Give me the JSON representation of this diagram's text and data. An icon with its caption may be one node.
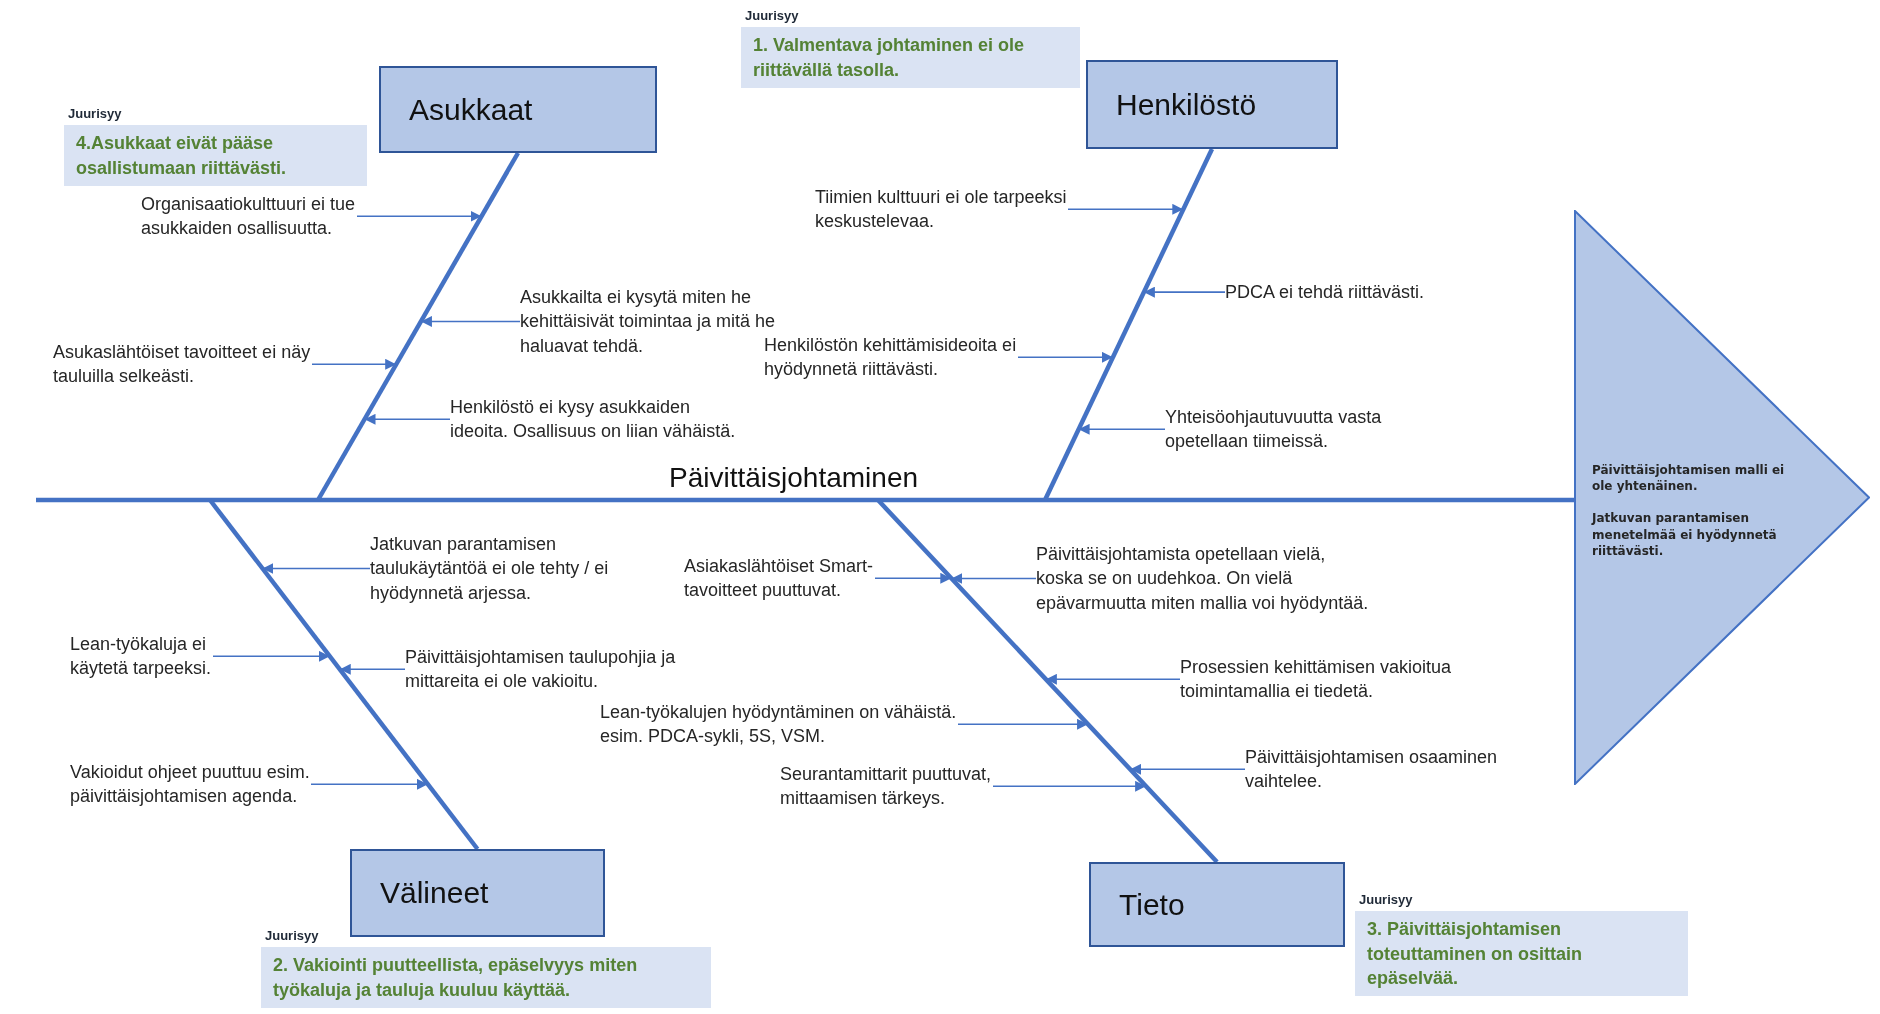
{
  "diagram": {
    "nodes": [
      {
        "text": [
          "Asukkaat"
        ]
      },
      {
        "text": [
          "Henkilöstö"
        ]
      },
      {
        "text": [
          "Välineet"
        ]
      },
      {
        "text": [
          "Tieto"
        ]
      },
      {
        "text": [
          "Päivittäisjohtamisen malli ei ole yhtenäinen.",
          "Jatkuvan parantamisen menetelmää ei hyödynnetä riittävästi."
        ]
      },
      {
        "text": [
          "Juurisyy",
          "1. Valmentava johtaminen ei ole riittävällä tasolla."
        ]
      },
      {
        "text": [
          "Juurisyy",
          "4.Asukkaat eivät pääse osallistumaan riittävästi."
        ]
      },
      {
        "text": [
          "Juurisyy",
          "2. Vakiointi puutteellista, epäselvyys miten työkaluja ja tauluja kuuluu käyttää."
        ]
      },
      {
        "text": [
          "Juurisyy",
          "3. Päivittäisjohtamisen toteuttaminen on osittain epäselvää."
        ]
      },
      {
        "text": [
          "Organisaatiokulttuuri ei tue asukkaiden osallisuutta."
        ]
      },
      {
        "text": [
          "Asukkailta ei kysytä miten he kehittäisivät toimintaa ja mitä he haluavat tehdä."
        ]
      },
      {
        "text": [
          "Asukaslähtöiset tavoitteet ei näy tauluilla selkeästi."
        ]
      },
      {
        "text": [
          "Henkilöstö ei kysy asukkaiden ideoita. Osallisuus on liian vähäistä."
        ]
      },
      {
        "text": [
          "Tiimien kulttuuri ei ole tarpeeksi keskustelevaa."
        ]
      },
      {
        "text": [
          "PDCA ei tehdä riittävästi."
        ]
      },
      {
        "text": [
          "Henkilöstön kehittämisideoita ei hyödynnetä riittävästi."
        ]
      },
      {
        "text": [
          "Yhteisöohjautuvuutta vasta opetellaan tiimeissä."
        ]
      },
      {
        "text": [
          "Jatkuvan parantamisen taulukäytäntöä ei ole tehty / ei hyödynnetä arjessa."
        ]
      },
      {
        "text": [
          "Lean-työkaluja ei käytetä tarpeeksi."
        ]
      },
      {
        "text": [
          "Päivittäisjohtamisen taulupohjia ja mittareita ei ole vakioitu."
        ]
      },
      {
        "text": [
          "Vakioidut ohjeet puuttuu esim. päivittäisjohtamisen agenda."
        ]
      },
      {
        "text": [
          "Asiakaslähtöiset Smart-tavoitteet puuttuvat."
        ]
      },
      {
        "text": [
          "Päivittäisjohtamista opetellaan vielä, koska se on uudehkoa. On vielä epävarmuutta miten mallia voi hyödyntää."
        ]
      },
      {
        "text": [
          "Prosessien kehittämisen vakioitua toimintamallia ei tiedetä."
        ]
      },
      {
        "text": [
          "Lean-työkalujen hyödyntäminen on vähäistä. esim. PDCA-sykli, 5S, VSM."
        ]
      },
      {
        "text": [
          "Seurantamittarit puuttuvat, mittaamisen tärkeys."
        ]
      },
      {
        "text": [
          "Päivittäisjohtamisen osaaminen vaihtelee."
        ]
      }
    ],
    "edges": [
      {
        "from": null,
        "to": 4,
        "arrow": "none",
        "style": "thick",
        "label": "Päivittäisjohtaminen"
      },
      {
        "from": 0,
        "to": null,
        "arrow": "none",
        "style": "thick"
      },
      {
        "from": 1,
        "to": null,
        "arrow": "none",
        "style": "thick"
      },
      {
        "from": 2,
        "to": null,
        "arrow": "none",
        "style": "thick"
      },
      {
        "from": 3,
        "to": null,
        "arrow": "none",
        "style": "thick"
      },
      {
        "from": 9,
        "to": null,
        "arrow": "to"
      },
      {
        "from": 10,
        "to": null,
        "arrow": "to"
      },
      {
        "from": 11,
        "to": null,
        "arrow": "to"
      },
      {
        "from": 12,
        "to": null,
        "arrow": "to"
      },
      {
        "from": 13,
        "to": null,
        "arrow": "to"
      },
      {
        "from": 14,
        "to": null,
        "arrow": "to"
      },
      {
        "from": 15,
        "to": null,
        "arrow": "to"
      },
      {
        "from": 16,
        "to": null,
        "arrow": "to"
      },
      {
        "from": 17,
        "to": null,
        "arrow": "to"
      },
      {
        "from": 18,
        "to": null,
        "arrow": "to"
      },
      {
        "from": 19,
        "to": null,
        "arrow": "to"
      },
      {
        "from": 20,
        "to": null,
        "arrow": "to"
      },
      {
        "from": 21,
        "to": null,
        "arrow": "to"
      },
      {
        "from": 22,
        "to": null,
        "arrow": "to"
      },
      {
        "from": 23,
        "to": null,
        "arrow": "to"
      },
      {
        "from": 24,
        "to": null,
        "arrow": "to"
      },
      {
        "from": 25,
        "to": null,
        "arrow": "to"
      },
      {
        "from": 26,
        "to": null,
        "arrow": "to"
      }
    ]
  }
}
